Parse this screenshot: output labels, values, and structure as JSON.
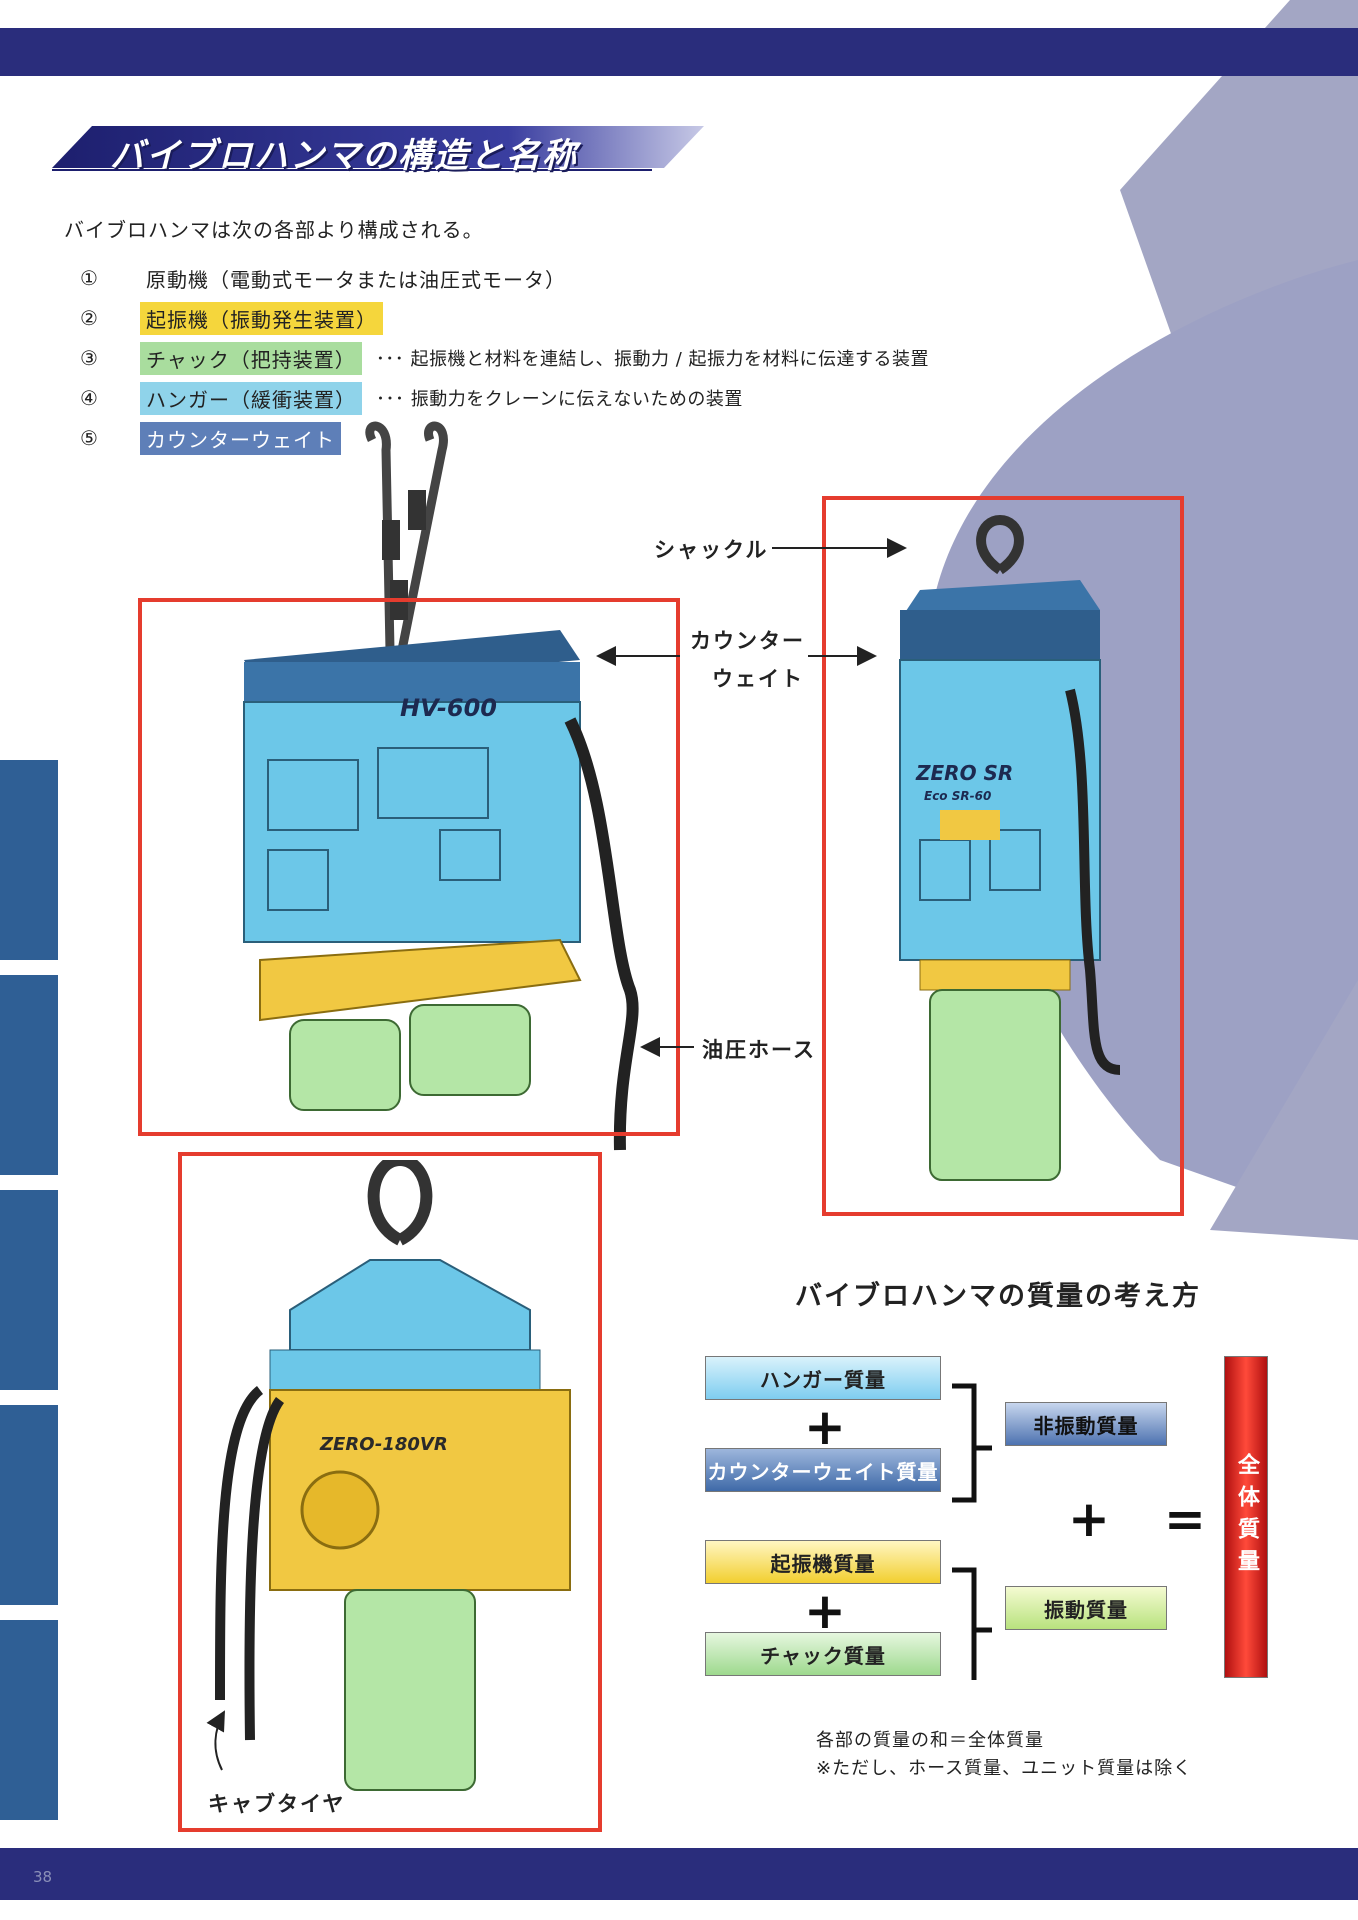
{
  "page": {
    "title": "バイブロハンマの構造と名称",
    "intro": "バイブロハンマは次の各部より構成される。",
    "page_number": "38"
  },
  "components": [
    {
      "num": "①",
      "label": "原動機（電動式モータまたは油圧式モータ）",
      "desc": ""
    },
    {
      "num": "②",
      "label": "起振機（振動発生装置）",
      "desc": ""
    },
    {
      "num": "③",
      "label": "チャック（把持装置）",
      "desc": "･･･ 起振機と材料を連結し、振動力 / 起振力を材料に伝達する装置"
    },
    {
      "num": "④",
      "label": "ハンガー（緩衝装置）",
      "desc": "･･･ 振動力をクレーンに伝えないための装置"
    },
    {
      "num": "⑤",
      "label": "カウンターウェイト",
      "desc": ""
    }
  ],
  "callouts": {
    "shackle": "シャックル",
    "counterweight_1": "カウンター",
    "counterweight_2": "ウェイト",
    "hydraulic_hose": "油圧ホース",
    "cabtire": "キャブタイヤ"
  },
  "models": {
    "hv600": "HV-600",
    "zerosr": "ZERO SR",
    "ecosr": "Eco SR-60",
    "zero180": "ZERO-180VR"
  },
  "weight": {
    "title": "バイブロハンマの質量の考え方",
    "hanger": "ハンガー質量",
    "counterweight": "カウンターウェイト質量",
    "non_vibrating": "非振動質量",
    "exciter": "起振機質量",
    "chuck": "チャック質量",
    "vibrating": "振動質量",
    "total": "全体質量",
    "plus": "+",
    "equals": "=",
    "note1": "各部の質量の和＝全体質量",
    "note2": "※ただし、ホース質量、ユニット質量は除く"
  },
  "colors": {
    "navy": "#2a2d7c",
    "red": "#e53c2e",
    "cyan": "#6cc7e8",
    "yellow": "#f1c842",
    "green": "#b4e6a6",
    "tab": "#2f5f95"
  }
}
